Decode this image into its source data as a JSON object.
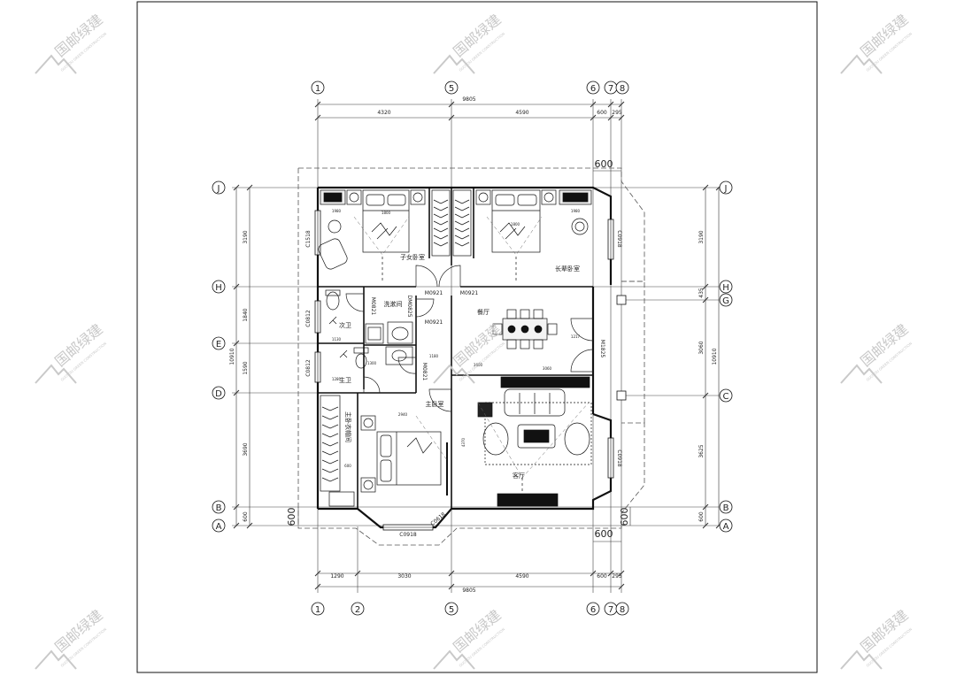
{
  "watermark": {
    "text": "国邮绿建",
    "subtext": "GUOYOU GREEN CONSTRUCTION",
    "icon": "house-logo-icon"
  },
  "grid_axes": {
    "top": [
      "1",
      "5",
      "6",
      "7",
      "8"
    ],
    "bottom": [
      "1",
      "2",
      "5",
      "6",
      "7",
      "8"
    ],
    "left": [
      "J",
      "H",
      "E",
      "D",
      "B",
      "A"
    ],
    "right": [
      "J",
      "H",
      "G",
      "C",
      "B",
      "A"
    ]
  },
  "dimensions": {
    "top_total": "9805",
    "top_segments": [
      "4320",
      "4590",
      "600",
      "295"
    ],
    "bottom_total": "9805",
    "bottom_segments": [
      "1290",
      "3030",
      "4590",
      "600",
      "295"
    ],
    "left_total": "10910",
    "left_segments": [
      "3190",
      "1840",
      "1590",
      "3690",
      "600"
    ],
    "right_total": "10910",
    "right_segments": [
      "3190",
      "435",
      "3060",
      "3625",
      "600"
    ],
    "offset_600": "600"
  },
  "rooms": {
    "children_bedroom": "子女卧室",
    "elder_bedroom": "长辈卧室",
    "laundry": "洗漱间",
    "second_bath": "次卫",
    "master_bath": "主卫",
    "master_bedroom": "主卧室",
    "cloakroom": "主卧衣帽间",
    "dining": "餐厅",
    "living": "客厅"
  },
  "openings": {
    "window_c1518": "C1518",
    "window_c0812a": "C0812",
    "window_c0812b": "C0812",
    "window_c0918_top": "C0918",
    "window_c0918_bottom": "C0918",
    "window_c0618": "C0618",
    "door_m0921a": "M0921",
    "door_m0921b": "M0921",
    "door_m0921c": "M0921",
    "door_m0821a": "M0821",
    "door_m0821b": "M0821",
    "door_dm0825": "DM0825",
    "door_m1825": "M1825"
  },
  "dims_inner": {
    "cab_1980a": "1980",
    "cab_1980b": "1980",
    "bed_1800a": "1800",
    "bed_1800b": "1800",
    "d_3060": "3060",
    "d_2940": "2940",
    "d_1130": "1130",
    "d_1300": "1300",
    "d_1280": "1280",
    "d_4370": "4370",
    "d_3600": "3600",
    "d_1180": "1180",
    "d_600": "600",
    "d_1217": "1217"
  },
  "colors": {
    "line": "#111111",
    "dim": "#333333",
    "watermark": "#c9c9c9"
  }
}
